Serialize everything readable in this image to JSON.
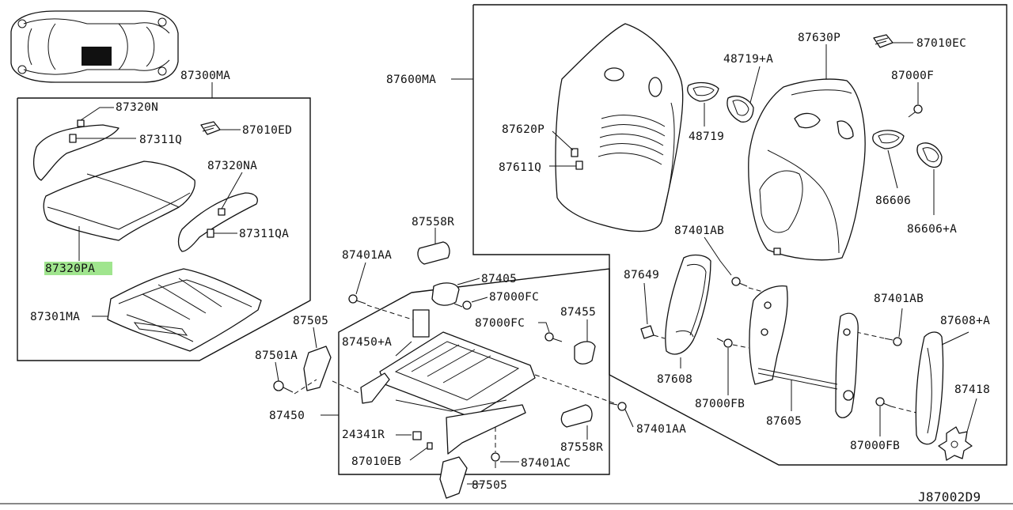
{
  "diagram": {
    "drawing_code": "J87002D9",
    "highlighted_part": "87320PA",
    "labels": {
      "p87300MA": "87300MA",
      "p87320N": "87320N",
      "p87311Q": "87311Q",
      "p87010ED": "87010ED",
      "p87320NA": "87320NA",
      "p87311QA": "87311QA",
      "p87320PA": "87320PA",
      "p87301MA": "87301MA",
      "p87558R_top": "87558R",
      "p87401AA_left": "87401AA",
      "p87405": "87405",
      "p87000FC_1": "87000FC",
      "p87000FC_2": "87000FC",
      "p87455": "87455",
      "p87450A": "87450+A",
      "p87505_top": "87505",
      "p87501A": "87501A",
      "p87450": "87450",
      "p24341R": "24341R",
      "p87010EB": "87010EB",
      "p87401AC": "87401AC",
      "p87558R_bottom": "87558R",
      "p87401AA_right": "87401AA",
      "p87505_bottom": "87505",
      "p87600MA": "87600MA",
      "p87620P": "87620P",
      "p87611Q": "87611Q",
      "p48719": "48719",
      "p48719A": "48719+A",
      "p87630P": "87630P",
      "p87010EC": "87010EC",
      "p87000F": "87000F",
      "p86606": "86606",
      "p86606A": "86606+A",
      "p87401AB_1": "87401AB",
      "p87401AB_2": "87401AB",
      "p87649": "87649",
      "p87608": "87608",
      "p87000FB_1": "87000FB",
      "p87608A": "87608+A",
      "p87605": "87605",
      "p87000FB_2": "87000FB",
      "p87418": "87418"
    }
  }
}
